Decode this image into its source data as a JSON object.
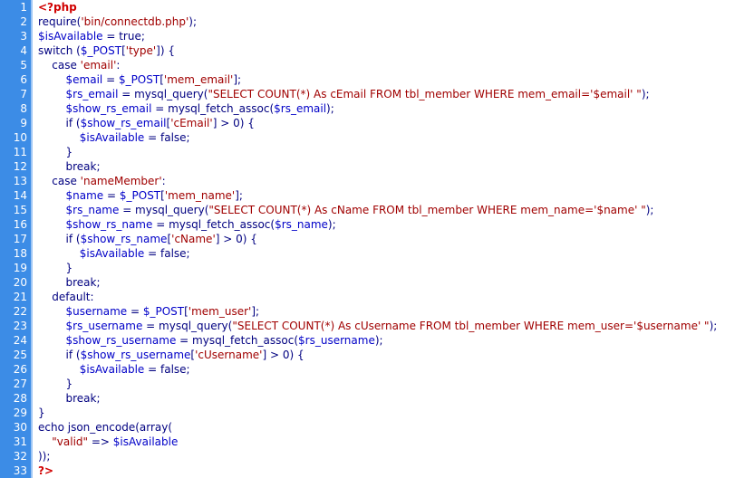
{
  "editor": {
    "lines": [
      {
        "n": "1",
        "parts": [
          {
            "c": "phptag",
            "t": "<?php"
          }
        ]
      },
      {
        "n": "2",
        "parts": [
          {
            "c": "k",
            "t": "require("
          },
          {
            "c": "s",
            "t": "'bin/connectdb.php'"
          },
          {
            "c": "k",
            "t": ");"
          }
        ]
      },
      {
        "n": "3",
        "parts": [
          {
            "c": "v",
            "t": "$isAvailable"
          },
          {
            "c": "k",
            "t": " = true;"
          }
        ]
      },
      {
        "n": "4",
        "parts": [
          {
            "c": "k",
            "t": "switch ("
          },
          {
            "c": "v",
            "t": "$_POST"
          },
          {
            "c": "k",
            "t": "["
          },
          {
            "c": "s",
            "t": "'type'"
          },
          {
            "c": "k",
            "t": "]) {"
          }
        ]
      },
      {
        "n": "5",
        "parts": [
          {
            "c": "k",
            "t": "    case "
          },
          {
            "c": "s",
            "t": "'email'"
          },
          {
            "c": "k",
            "t": ":"
          }
        ]
      },
      {
        "n": "6",
        "parts": [
          {
            "c": "v",
            "t": "        $email"
          },
          {
            "c": "k",
            "t": " = "
          },
          {
            "c": "v",
            "t": "$_POST"
          },
          {
            "c": "k",
            "t": "["
          },
          {
            "c": "s",
            "t": "'mem_email'"
          },
          {
            "c": "k",
            "t": "];"
          }
        ]
      },
      {
        "n": "7",
        "parts": [
          {
            "c": "v",
            "t": "        $rs_email"
          },
          {
            "c": "k",
            "t": " = mysql_query("
          },
          {
            "c": "s",
            "t": "\"SELECT COUNT(*) As cEmail FROM tbl_member WHERE mem_email='$email' \""
          },
          {
            "c": "k",
            "t": ");"
          }
        ]
      },
      {
        "n": "8",
        "parts": [
          {
            "c": "v",
            "t": "        $show_rs_email"
          },
          {
            "c": "k",
            "t": " = mysql_fetch_assoc("
          },
          {
            "c": "v",
            "t": "$rs_email"
          },
          {
            "c": "k",
            "t": ");"
          }
        ]
      },
      {
        "n": "9",
        "parts": [
          {
            "c": "k",
            "t": "        if ("
          },
          {
            "c": "v",
            "t": "$show_rs_email"
          },
          {
            "c": "k",
            "t": "["
          },
          {
            "c": "s",
            "t": "'cEmail'"
          },
          {
            "c": "k",
            "t": "] > 0) {"
          }
        ]
      },
      {
        "n": "10",
        "parts": [
          {
            "c": "v",
            "t": "            $isAvailable"
          },
          {
            "c": "k",
            "t": " = false;"
          }
        ]
      },
      {
        "n": "11",
        "parts": [
          {
            "c": "k",
            "t": "        }"
          }
        ]
      },
      {
        "n": "12",
        "parts": [
          {
            "c": "k",
            "t": "        break;"
          }
        ]
      },
      {
        "n": "13",
        "parts": [
          {
            "c": "k",
            "t": "    case "
          },
          {
            "c": "s",
            "t": "'nameMember'"
          },
          {
            "c": "k",
            "t": ":"
          }
        ]
      },
      {
        "n": "14",
        "parts": [
          {
            "c": "v",
            "t": "        $name"
          },
          {
            "c": "k",
            "t": " = "
          },
          {
            "c": "v",
            "t": "$_POST"
          },
          {
            "c": "k",
            "t": "["
          },
          {
            "c": "s",
            "t": "'mem_name'"
          },
          {
            "c": "k",
            "t": "];"
          }
        ]
      },
      {
        "n": "15",
        "parts": [
          {
            "c": "v",
            "t": "        $rs_name"
          },
          {
            "c": "k",
            "t": " = mysql_query("
          },
          {
            "c": "s",
            "t": "\"SELECT COUNT(*) As cName FROM tbl_member WHERE mem_name='$name' \""
          },
          {
            "c": "k",
            "t": ");"
          }
        ]
      },
      {
        "n": "16",
        "parts": [
          {
            "c": "v",
            "t": "        $show_rs_name"
          },
          {
            "c": "k",
            "t": " = mysql_fetch_assoc("
          },
          {
            "c": "v",
            "t": "$rs_name"
          },
          {
            "c": "k",
            "t": ");"
          }
        ]
      },
      {
        "n": "17",
        "parts": [
          {
            "c": "k",
            "t": "        if ("
          },
          {
            "c": "v",
            "t": "$show_rs_name"
          },
          {
            "c": "k",
            "t": "["
          },
          {
            "c": "s",
            "t": "'cName'"
          },
          {
            "c": "k",
            "t": "] > 0) {"
          }
        ]
      },
      {
        "n": "18",
        "parts": [
          {
            "c": "v",
            "t": "            $isAvailable"
          },
          {
            "c": "k",
            "t": " = false;"
          }
        ]
      },
      {
        "n": "19",
        "parts": [
          {
            "c": "k",
            "t": "        }"
          }
        ]
      },
      {
        "n": "20",
        "parts": [
          {
            "c": "k",
            "t": "        break;"
          }
        ]
      },
      {
        "n": "21",
        "parts": [
          {
            "c": "k",
            "t": "    default:"
          }
        ]
      },
      {
        "n": "22",
        "parts": [
          {
            "c": "v",
            "t": "        $username"
          },
          {
            "c": "k",
            "t": " = "
          },
          {
            "c": "v",
            "t": "$_POST"
          },
          {
            "c": "k",
            "t": "["
          },
          {
            "c": "s",
            "t": "'mem_user'"
          },
          {
            "c": "k",
            "t": "];"
          }
        ]
      },
      {
        "n": "23",
        "parts": [
          {
            "c": "v",
            "t": "        $rs_username"
          },
          {
            "c": "k",
            "t": " = mysql_query("
          },
          {
            "c": "s",
            "t": "\"SELECT COUNT(*) As cUsername FROM tbl_member WHERE mem_user='$username' \""
          },
          {
            "c": "k",
            "t": ");"
          }
        ]
      },
      {
        "n": "24",
        "parts": [
          {
            "c": "v",
            "t": "        $show_rs_username"
          },
          {
            "c": "k",
            "t": " = mysql_fetch_assoc("
          },
          {
            "c": "v",
            "t": "$rs_username"
          },
          {
            "c": "k",
            "t": ");"
          }
        ]
      },
      {
        "n": "25",
        "parts": [
          {
            "c": "k",
            "t": "        if ("
          },
          {
            "c": "v",
            "t": "$show_rs_username"
          },
          {
            "c": "k",
            "t": "["
          },
          {
            "c": "s",
            "t": "'cUsername'"
          },
          {
            "c": "k",
            "t": "] > 0) {"
          }
        ]
      },
      {
        "n": "26",
        "parts": [
          {
            "c": "v",
            "t": "            $isAvailable"
          },
          {
            "c": "k",
            "t": " = false;"
          }
        ]
      },
      {
        "n": "27",
        "parts": [
          {
            "c": "k",
            "t": "        }"
          }
        ]
      },
      {
        "n": "28",
        "parts": [
          {
            "c": "k",
            "t": "        break;"
          }
        ]
      },
      {
        "n": "29",
        "parts": [
          {
            "c": "k",
            "t": "}"
          }
        ]
      },
      {
        "n": "30",
        "parts": [
          {
            "c": "k",
            "t": "echo json_encode(array("
          }
        ]
      },
      {
        "n": "31",
        "parts": [
          {
            "c": "s",
            "t": "    \"valid\""
          },
          {
            "c": "k",
            "t": " => "
          },
          {
            "c": "v",
            "t": "$isAvailable"
          }
        ]
      },
      {
        "n": "32",
        "parts": [
          {
            "c": "k",
            "t": "));"
          }
        ]
      },
      {
        "n": "33",
        "parts": [
          {
            "c": "phptag",
            "t": "?>"
          }
        ]
      }
    ]
  }
}
